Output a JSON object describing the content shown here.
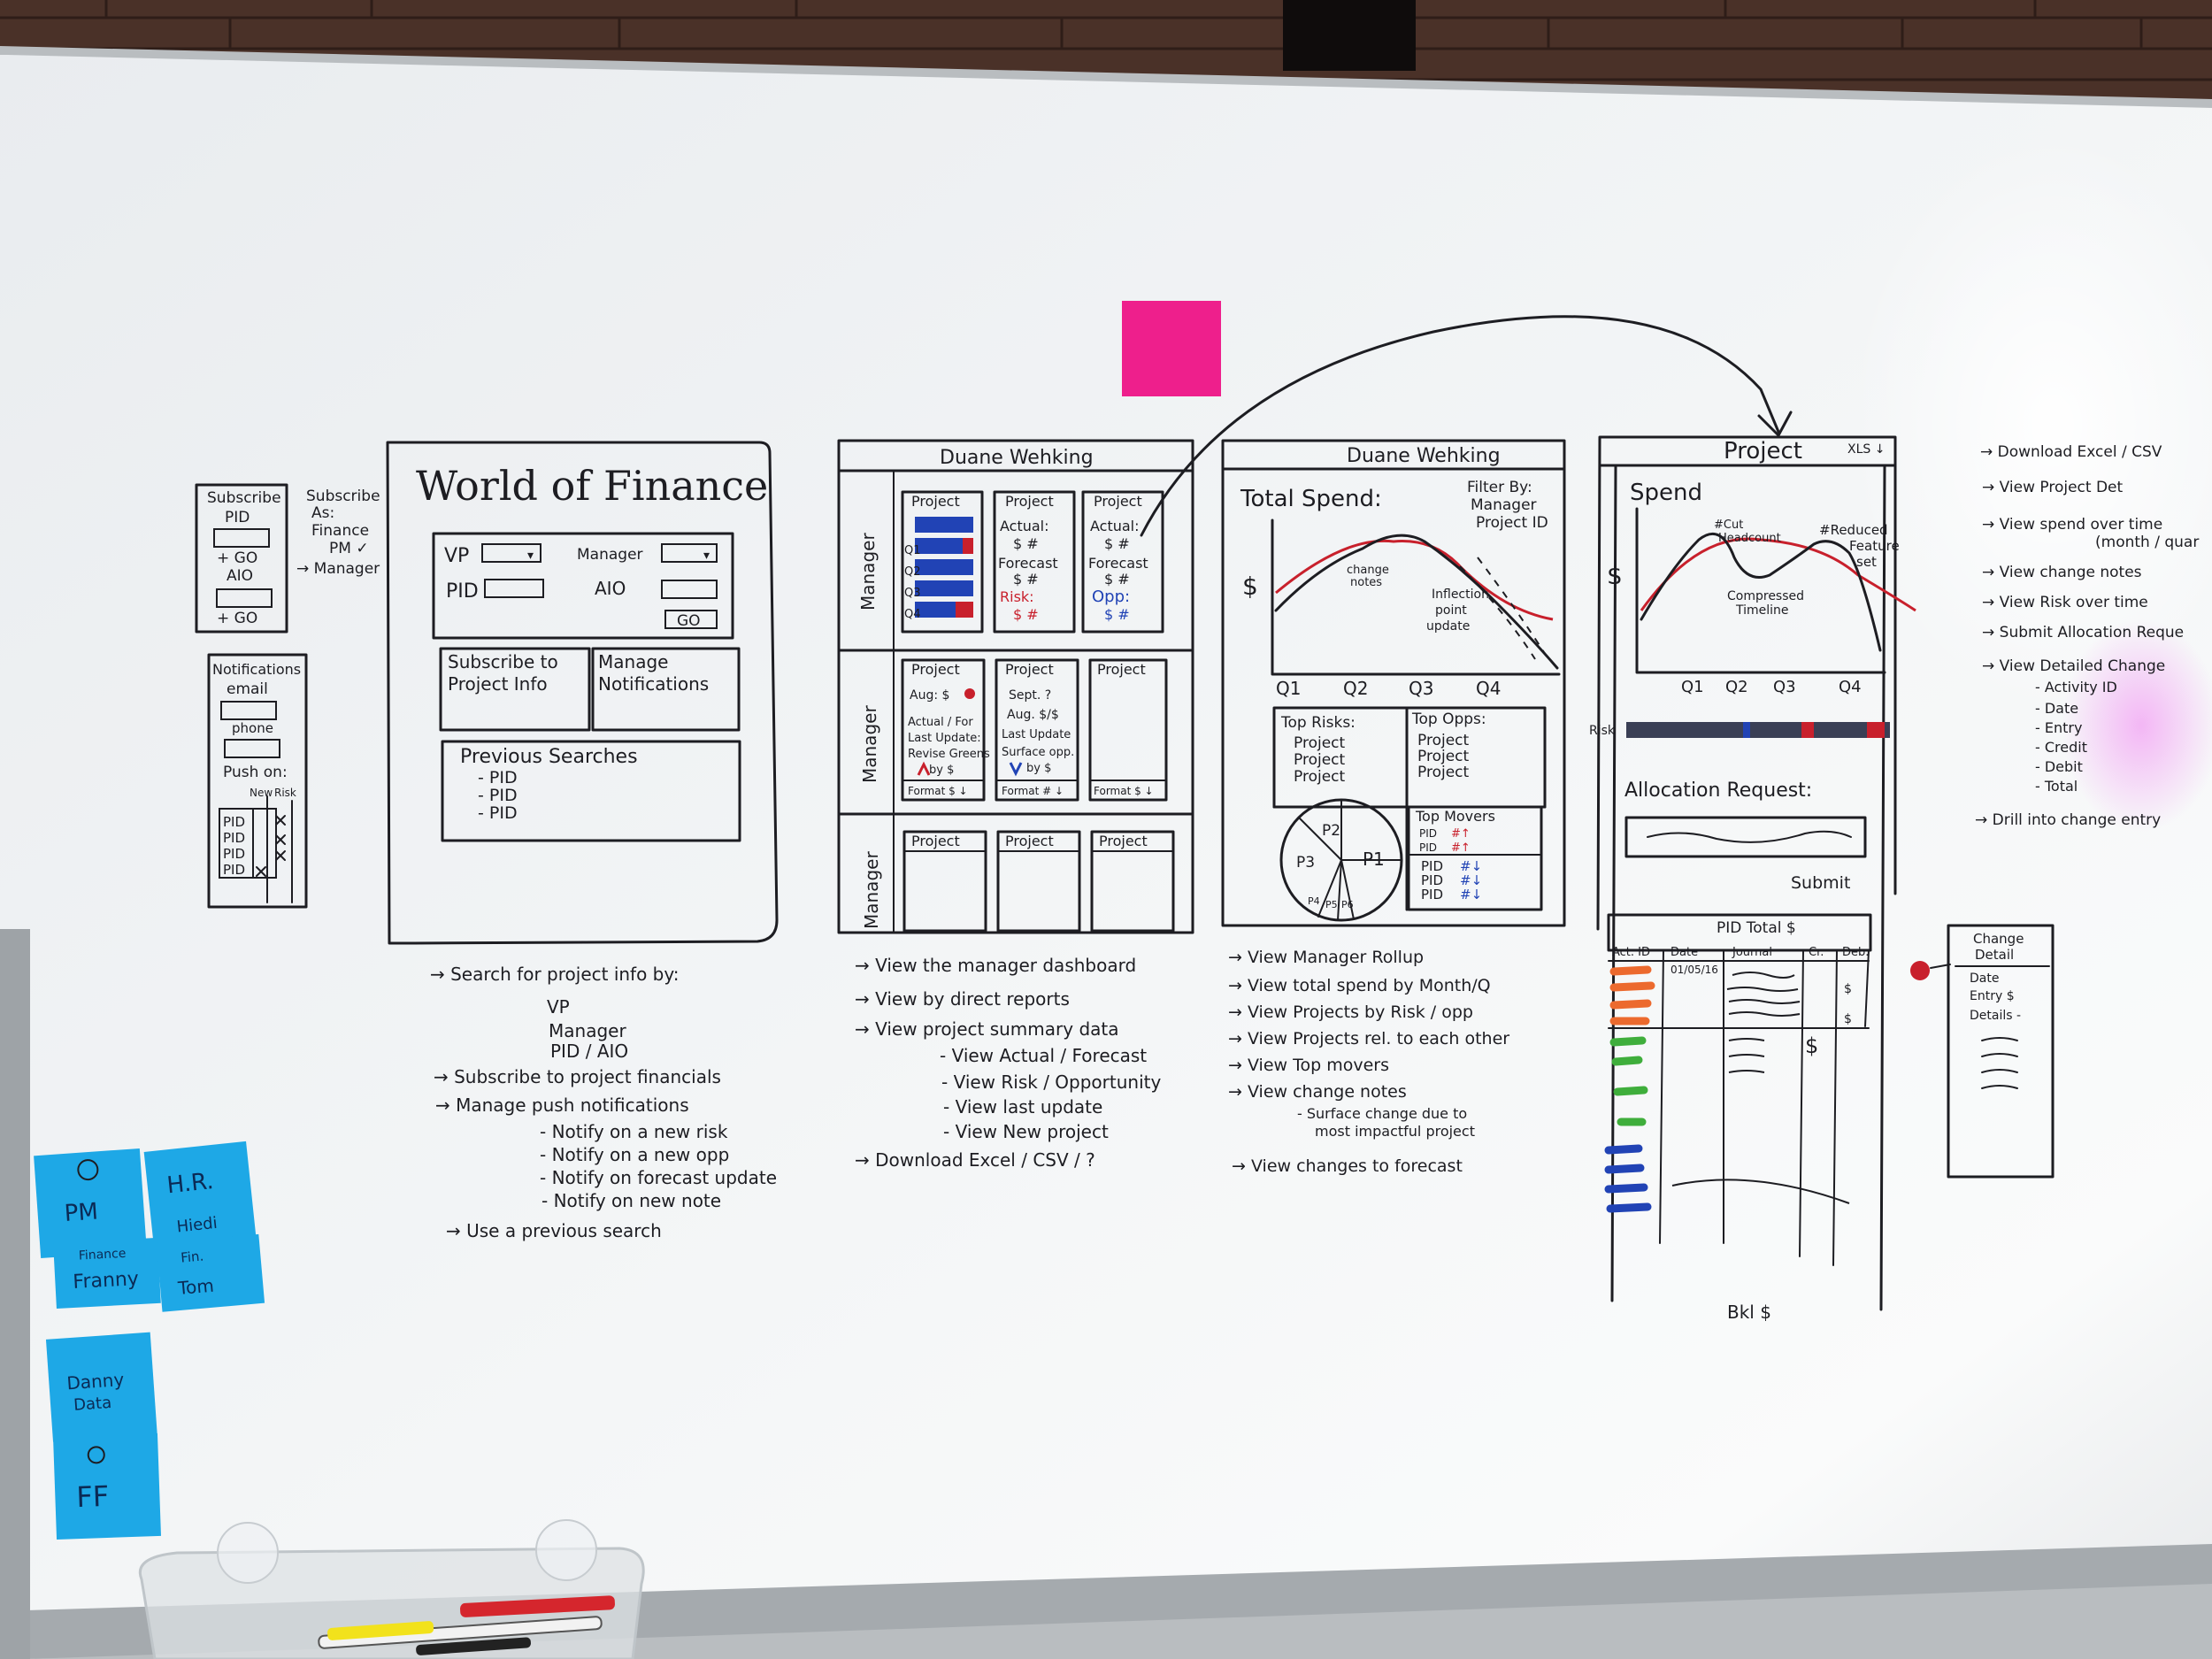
{
  "board_sketch": {
    "subscribe_panel": {
      "title": "Subscribe",
      "pid": "PID",
      "go_1": "+ GO",
      "aio": "AIO",
      "go_2": "+ GO",
      "note_lines": [
        "Subscribe",
        "As:",
        "Finance",
        "PM ✓",
        "→ Manager"
      ]
    },
    "notifications_panel": {
      "title": "Notifications",
      "email": "email",
      "phone": "phone",
      "push_on": "Push on:",
      "col_a": "New",
      "col_b": "Risk",
      "rows": [
        "PID",
        "PID",
        "PID",
        "PID"
      ]
    },
    "world_of_finance": {
      "title": "World of Finance",
      "vp": "VP",
      "manager": "Manager",
      "pid": "PID",
      "aio": "AIO",
      "go": "GO",
      "subscribe_box": [
        "Subscribe to",
        "Project Info"
      ],
      "manage_box": [
        "Manage",
        "Notifications"
      ],
      "previous_searches": "Previous Searches",
      "previous_items": [
        "- PID",
        "- PID",
        "- PID"
      ]
    },
    "manager_dashboard": {
      "title": "Duane Wehking",
      "row_label": "Manager",
      "project": "Project",
      "q_labels": [
        "Q1",
        "Q2",
        "Q3",
        "Q4"
      ],
      "card2_lines": [
        "Actual:",
        "$ #",
        "Forecast",
        "$ #",
        "Risk:",
        "$ #"
      ],
      "card3_lines": [
        "Actual:",
        "$ #",
        "Forecast",
        "$ #",
        "Opp:",
        "$ #"
      ],
      "row2_card1": [
        "Aug: $",
        "Actual / For",
        "Last Update:",
        "Revise Greens",
        "by $"
      ],
      "row2_card2": [
        "Sept. ?",
        "Aug. $/$",
        "Last Update",
        "Surface opp.",
        "by $"
      ],
      "row2_footer": "Format $ ↓",
      "row2_footer_b": "Format # ↓"
    },
    "rollup_dashboard": {
      "title": "Duane Wehking",
      "total_spend": "Total Spend:",
      "filter": [
        "Filter By:",
        "Manager",
        "Project ID"
      ],
      "y_axis": "$",
      "change_notes": [
        "change",
        "notes"
      ],
      "inflection": [
        "Inflection",
        "point",
        "update"
      ],
      "x_ticks": [
        "Q1",
        "Q2",
        "Q3",
        "Q4"
      ],
      "top_risks": "Top Risks:",
      "top_opps": "Top Opps:",
      "project": "Project",
      "top_movers": "Top Movers",
      "pie_labels": [
        "P1",
        "P2",
        "P3",
        "P4",
        "P5",
        "P6"
      ],
      "movers": [
        "PID",
        "PID",
        "PID",
        "PID",
        "PID"
      ]
    },
    "project_detail": {
      "title": "Project",
      "export": "XLS ↓",
      "spend": "Spend",
      "y_axis": "$",
      "cut_headcount": [
        "#Cut",
        "Headcount"
      ],
      "reduced": [
        "#Reduced",
        "Feature",
        "set"
      ],
      "compressed": [
        "Compressed",
        "Timeline"
      ],
      "x_ticks": [
        "Q1",
        "Q2",
        "Q3",
        "Q4"
      ],
      "risk_label": "Risk",
      "allocation": "Allocation Request:",
      "submit": "Submit",
      "table_title": "PID  Total  $",
      "table_headers": [
        "Act. ID",
        "Date",
        "Journal",
        "Cr.",
        "Deb."
      ],
      "first_date": "01/05/16",
      "footer": "Bkl  $"
    },
    "change_detail": {
      "title": [
        "Change",
        "Detail"
      ],
      "lines": [
        "Date",
        "Entry $",
        "Details -"
      ]
    },
    "notes_col1": [
      "→ Search for project info by:",
      "VP",
      "Manager",
      "PID / AIO",
      "→ Subscribe to project financials",
      "→ Manage push notifications",
      "- Notify on a new risk",
      "- Notify on a new opp",
      "- Notify on forecast update",
      "- Notify on new note",
      "→ Use a previous search"
    ],
    "notes_col2": [
      "→ View the manager dashboard",
      "→ View by direct reports",
      "→ View project summary data",
      "- View Actual / Forecast",
      "- View Risk / Opportunity",
      "- View last update",
      "- View New project",
      "→ Download Excel / CSV / ?"
    ],
    "notes_col3": [
      "→ View Manager Rollup",
      "→ View total spend by Month/Q",
      "→ View Projects by Risk / opp",
      "→ View Projects rel. to each other",
      "→ View Top movers",
      "→ View change notes",
      "- Surface change due to",
      "most impactful project",
      "→ View changes to forecast"
    ],
    "notes_col4": [
      "→ Download Excel / CSV",
      "→ View Project Det",
      "→ View spend over time",
      "(month / quar",
      "→ View change notes",
      "→ View Risk over time",
      "→ Submit Allocation Reque",
      "→ View Detailed Change",
      "- Activity ID",
      "- Date",
      "- Entry",
      "- Credit",
      "- Debit",
      "- Total",
      "→ Drill into change entry"
    ],
    "stickies": [
      {
        "text": "PM",
        "sub": ""
      },
      {
        "text": "H.R.",
        "sub": "Hiedi"
      },
      {
        "text": "Franny",
        "sub": "Finance"
      },
      {
        "text": "Tom",
        "sub": "Fin."
      },
      {
        "text": "Danny",
        "sub": "Data"
      },
      {
        "text": "FF",
        "sub": ""
      }
    ]
  },
  "colors": {
    "board": "#eef0f1",
    "frame": "#b9bdc0",
    "brick": "#4a3128",
    "pink_sticky": "#ee1f8c",
    "blue_sticky": "#1ea8e6",
    "ink": "#1d1d22",
    "red_ink": "#c8202c",
    "blue_ink": "#2143b5",
    "green_ink": "#3fae3c",
    "orange_ink": "#ec6a2e"
  }
}
